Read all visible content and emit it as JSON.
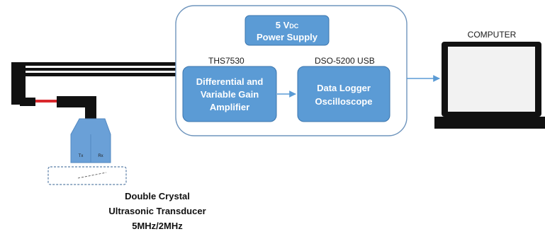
{
  "colors": {
    "box_fill": "#5b9bd5",
    "box_stroke": "#3b75ad",
    "container_stroke": "#6f95bd",
    "arrow": "#5b9bd5",
    "cable": "#111111",
    "red_wire": "#d9282d",
    "transducer_fill": "#6aa0d7"
  },
  "power_supply": {
    "title_prefix": "5 V",
    "title_sub": "DC",
    "subtitle": "Power Supply"
  },
  "amplifier": {
    "tag": "THS7530",
    "line1": "Differential and",
    "line2": "Variable Gain",
    "line3": "Amplifier"
  },
  "data_logger": {
    "tag": "DSO-5200 USB",
    "line1": "Data Logger",
    "line2": "Oscilloscope"
  },
  "computer": {
    "label": "COMPUTER"
  },
  "transducer": {
    "tx_label": "Tx",
    "rx_label": "Rx",
    "caption_line1": "Double Crystal",
    "caption_line2": "Ultrasonic Transducer",
    "caption_line3": "5MHz/2MHz"
  }
}
